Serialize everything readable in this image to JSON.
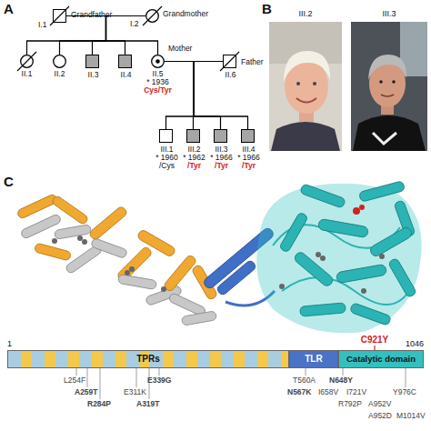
{
  "diagram": {
    "nodes": [
      {
        "text": [
          "I.1",
          "Grandfather"
        ]
      },
      {
        "text": [
          "I.2",
          "Grandmother"
        ]
      },
      {
        "text": [
          "II.1"
        ]
      },
      {
        "text": [
          "II.2"
        ]
      },
      {
        "text": [
          "II.3"
        ]
      },
      {
        "text": [
          "II.4"
        ]
      },
      {
        "text": [
          "II.5",
          "Mother",
          "* 1936",
          "Cys/Tyr"
        ]
      },
      {
        "text": [
          "II.6",
          "Father"
        ]
      },
      {
        "text": [
          "III.1",
          "* 1960",
          "/Cys"
        ]
      },
      {
        "text": [
          "III.2",
          "* 1962",
          "/Tyr"
        ]
      },
      {
        "text": [
          "III.3",
          "* 1966",
          "/Tyr"
        ]
      },
      {
        "text": [
          "III.4",
          "* 1966",
          "/Tyr"
        ]
      },
      {
        "text": [
          "TPRs"
        ]
      },
      {
        "text": [
          "TLR"
        ]
      },
      {
        "text": [
          "Catalytic domain"
        ]
      }
    ],
    "edges": [
      {
        "from": 0,
        "to": 1,
        "arrow": "none"
      },
      {
        "from": 0,
        "to": 2,
        "arrow": "none"
      },
      {
        "from": 0,
        "to": 3,
        "arrow": "none"
      },
      {
        "from": 0,
        "to": 4,
        "arrow": "none"
      },
      {
        "from": 0,
        "to": 5,
        "arrow": "none"
      },
      {
        "from": 0,
        "to": 6,
        "arrow": "none"
      },
      {
        "from": 1,
        "to": 2,
        "arrow": "none"
      },
      {
        "from": 1,
        "to": 3,
        "arrow": "none"
      },
      {
        "from": 1,
        "to": 4,
        "arrow": "none"
      },
      {
        "from": 1,
        "to": 5,
        "arrow": "none"
      },
      {
        "from": 1,
        "to": 6,
        "arrow": "none"
      },
      {
        "from": 6,
        "to": 7,
        "arrow": "none"
      },
      {
        "from": 6,
        "to": 8,
        "arrow": "none"
      },
      {
        "from": 6,
        "to": 9,
        "arrow": "none"
      },
      {
        "from": 6,
        "to": 10,
        "arrow": "none"
      },
      {
        "from": 6,
        "to": 11,
        "arrow": "none"
      },
      {
        "from": 7,
        "to": 8,
        "arrow": "none"
      },
      {
        "from": 7,
        "to": 9,
        "arrow": "none"
      },
      {
        "from": 7,
        "to": 10,
        "arrow": "none"
      },
      {
        "from": 7,
        "to": 11,
        "arrow": "none"
      }
    ],
    "labels": [
      "A",
      "B",
      "III.2",
      "III.3",
      "C",
      "1",
      "1046",
      "C921Y",
      "L254F",
      "E339G",
      "A259T",
      "E311K",
      "R284P",
      "A319T",
      "T560A",
      "N648Y",
      "N567K",
      "I658V",
      "I721V",
      "Y976C",
      "R792P",
      "A952V",
      "A952D",
      "M1014V"
    ]
  }
}
